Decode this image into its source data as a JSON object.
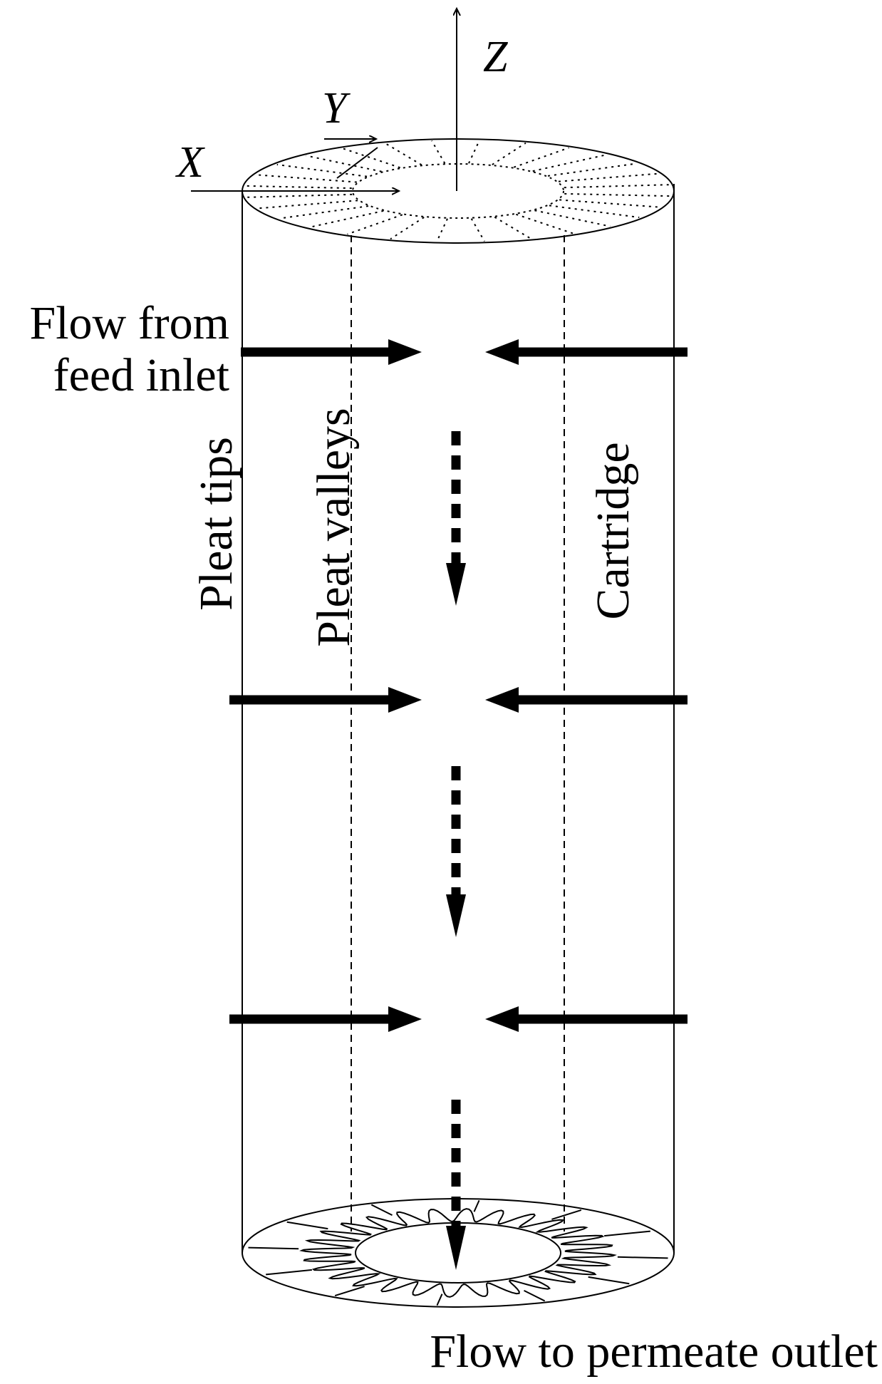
{
  "axes": {
    "z": "Z",
    "y": "Y",
    "x": "X"
  },
  "labels": {
    "flow_in_line1": "Flow from",
    "flow_in_line2": "feed inlet",
    "pleat_tips": "Pleat tips",
    "pleat_valleys": "Pleat valleys",
    "cartridge": "Cartridge",
    "flow_out": "Flow to permeate outlet"
  },
  "colors": {
    "ink": "#000000",
    "background": "#ffffff"
  }
}
